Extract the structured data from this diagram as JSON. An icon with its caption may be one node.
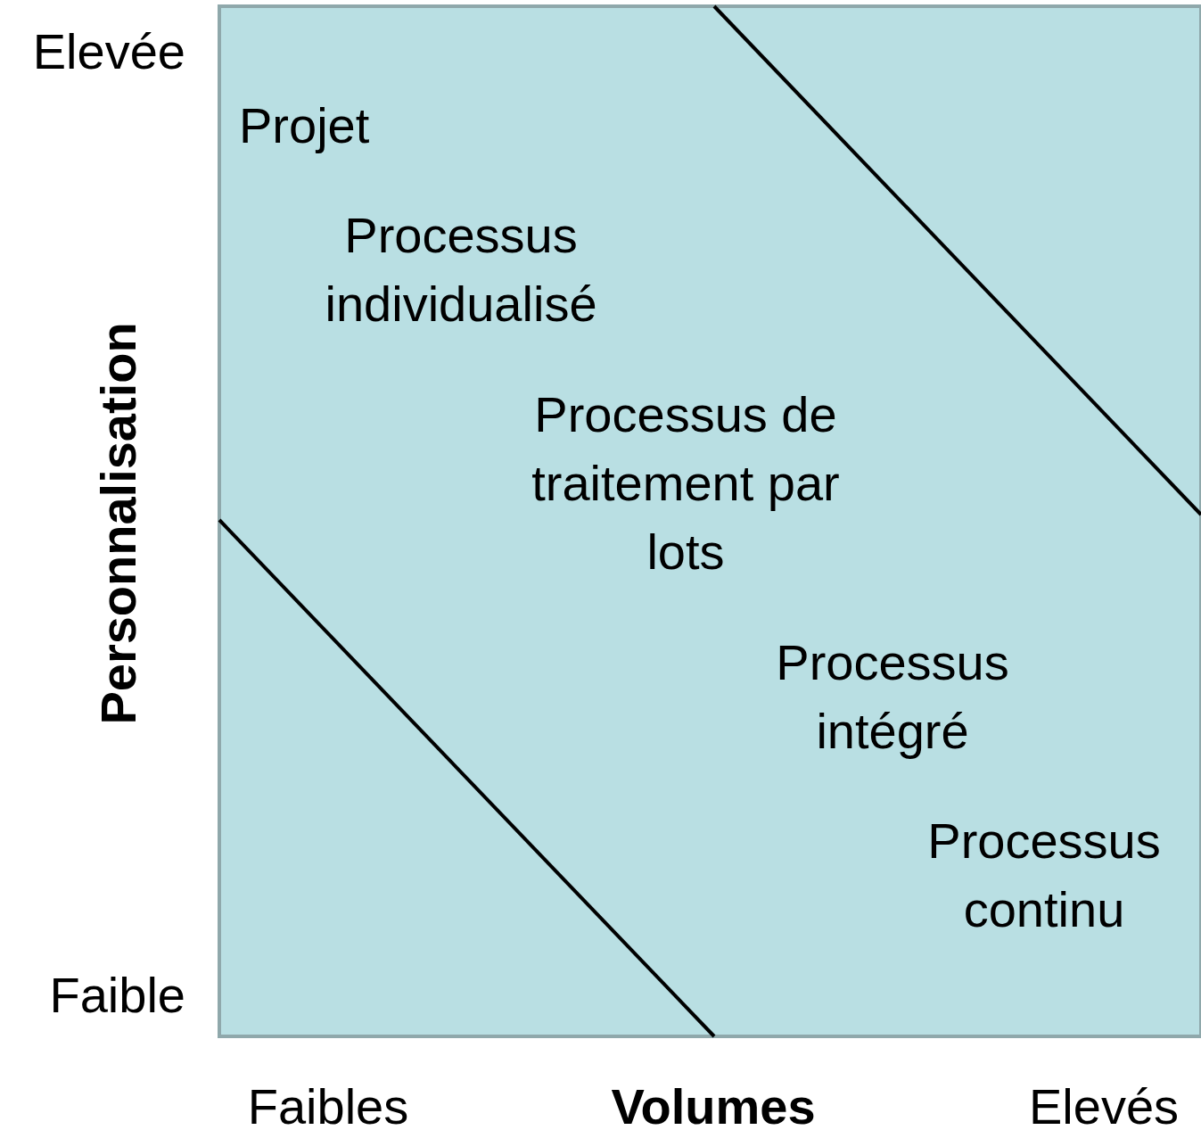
{
  "diagram": {
    "labels": [
      "Elevée",
      "Projet",
      "Processus individualisé",
      "Processus de traitement par lots",
      "Personnalisation",
      "Processus intégré",
      "Processus continu",
      "Faible",
      "Faibles",
      "Volumes",
      "Elevés"
    ]
  }
}
